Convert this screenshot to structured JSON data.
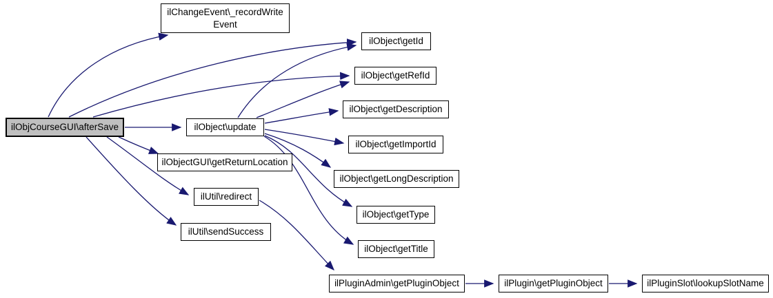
{
  "diagram": {
    "type": "call-graph",
    "root_function": "ilObjCourseGUI\\afterSave"
  },
  "colors": {
    "edge-color": "#191970",
    "node-fill": "#ffffff",
    "node-border": "#000000",
    "highlight-fill": "#bfbfbf",
    "text-color": "#000000",
    "bg": "#ffffff"
  },
  "nodes": [
    {
      "id": 0,
      "label": "ilObjCourseGUI\\afterSave",
      "highlighted": true
    },
    {
      "id": 1,
      "label": "ilChangeEvent\\_recordWrite\nEvent",
      "highlighted": false
    },
    {
      "id": 2,
      "label": "ilObject\\getId",
      "highlighted": false
    },
    {
      "id": 3,
      "label": "ilObject\\getRefId",
      "highlighted": false
    },
    {
      "id": 4,
      "label": "ilObject\\getDescription",
      "highlighted": false
    },
    {
      "id": 5,
      "label": "ilObject\\update",
      "highlighted": false
    },
    {
      "id": 6,
      "label": "ilObject\\getImportId",
      "highlighted": false
    },
    {
      "id": 7,
      "label": "ilObject\\getLongDescription",
      "highlighted": false
    },
    {
      "id": 8,
      "label": "ilObjectGUI\\getReturnLocation",
      "highlighted": false
    },
    {
      "id": 9,
      "label": "ilObject\\getType",
      "highlighted": false
    },
    {
      "id": 10,
      "label": "ilUtil\\redirect",
      "highlighted": false
    },
    {
      "id": 11,
      "label": "ilUtil\\sendSuccess",
      "highlighted": false
    },
    {
      "id": 12,
      "label": "ilObject\\getTitle",
      "highlighted": false
    },
    {
      "id": 13,
      "label": "ilPluginAdmin\\getPluginObject",
      "highlighted": false
    },
    {
      "id": 14,
      "label": "ilPlugin\\getPluginObject",
      "highlighted": false
    },
    {
      "id": 15,
      "label": "ilPluginSlot\\lookupSlotName",
      "highlighted": false
    }
  ],
  "edges": [
    {
      "from": 0,
      "to": 1
    },
    {
      "from": 0,
      "to": 2
    },
    {
      "from": 0,
      "to": 3
    },
    {
      "from": 0,
      "to": 5
    },
    {
      "from": 0,
      "to": 8
    },
    {
      "from": 0,
      "to": 10
    },
    {
      "from": 0,
      "to": 11
    },
    {
      "from": 5,
      "to": 2
    },
    {
      "from": 5,
      "to": 3
    },
    {
      "from": 5,
      "to": 4
    },
    {
      "from": 5,
      "to": 6
    },
    {
      "from": 5,
      "to": 7
    },
    {
      "from": 5,
      "to": 9
    },
    {
      "from": 5,
      "to": 12
    },
    {
      "from": 10,
      "to": 13
    },
    {
      "from": 13,
      "to": 14
    },
    {
      "from": 14,
      "to": 15
    }
  ]
}
